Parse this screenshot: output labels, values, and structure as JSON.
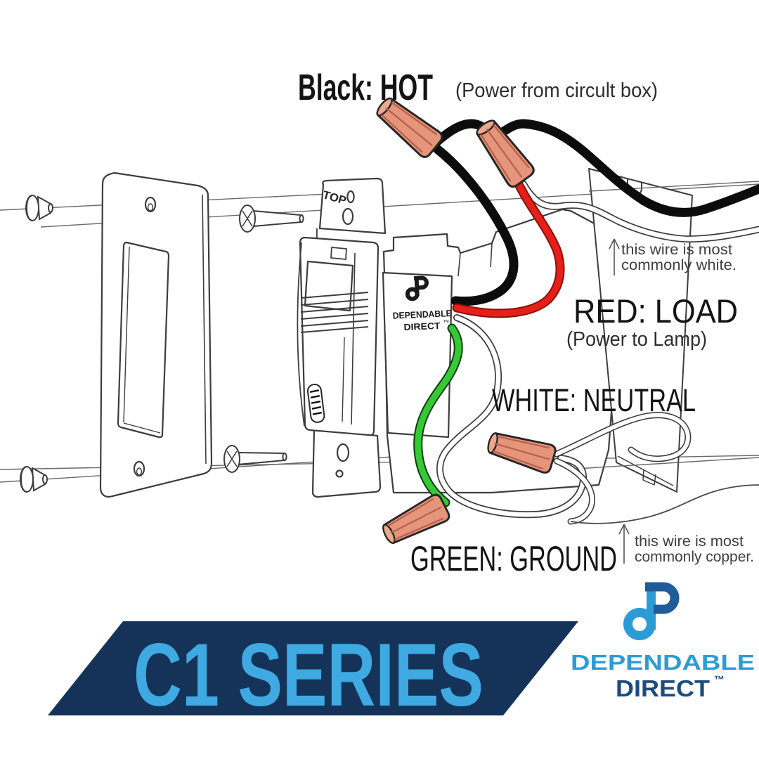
{
  "title": {
    "main": "Black: HOT",
    "note": "(Power from circult box)"
  },
  "wire_labels": {
    "red": "RED: LOAD",
    "red_note": "(Power to Lamp)",
    "white": "WHITE: NEUTRAL",
    "green": "GREEN: GROUND"
  },
  "annotations": {
    "white_wire_line1": "this wire is most",
    "white_wire_line2": "commonly white.",
    "copper_wire_line1": "this wire is most",
    "copper_wire_line2": "commonly copper."
  },
  "device": {
    "top_marking": "TOP",
    "brand_line1": "DEPENDABLE",
    "brand_line2": "DIRECT",
    "tm": "™"
  },
  "footer": {
    "series": "C1 SERIES",
    "brand_line1": "DEPENDABLE",
    "brand_line2": "DIRECT",
    "tm": "™"
  },
  "colors": {
    "hot": "#0c0c0c",
    "load": "#e62019",
    "ground": "#35c935",
    "neutral": "#ffffff",
    "wire_nut": "#e5957b",
    "banner_bg": "#153358",
    "banner_text": "#3fa9e1",
    "brand_light": "#2b9cd6",
    "brand_dark": "#1c4c7e",
    "line_art": "#3d3d3d"
  }
}
